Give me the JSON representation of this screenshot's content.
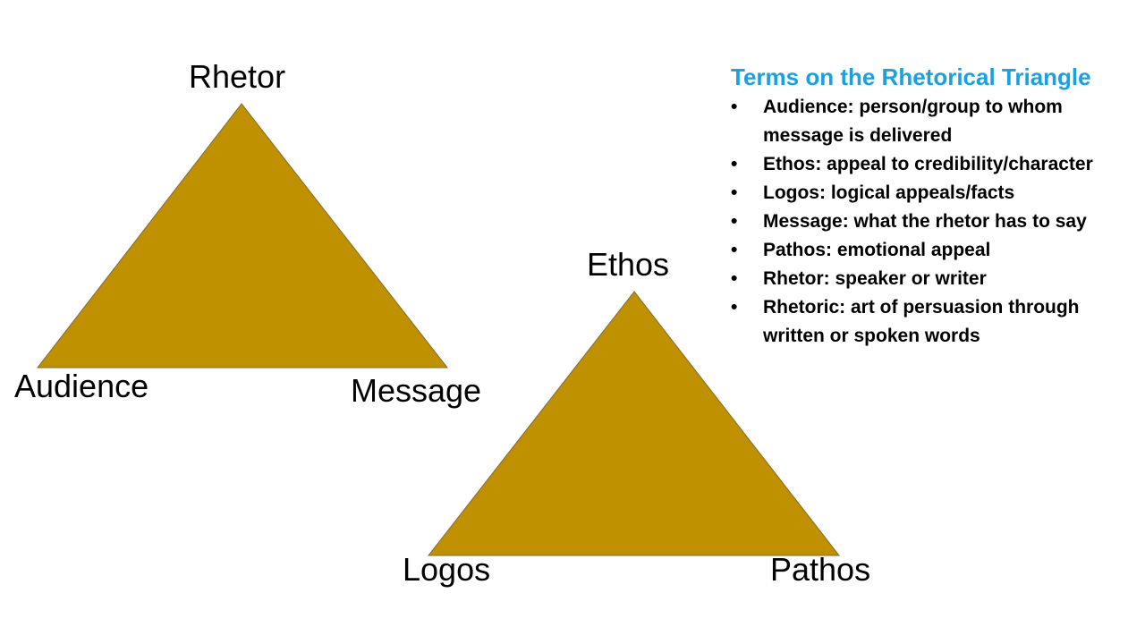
{
  "colors": {
    "triangle_fill": "#bf9000",
    "triangle_stroke": "#7f6a3a",
    "heading": "#1ba1e2",
    "text": "#000000"
  },
  "triangles": [
    {
      "name": "rhetor-triangle",
      "vertices": {
        "top": "Rhetor",
        "left": "Audience",
        "right": "Message"
      }
    },
    {
      "name": "ethos-triangle",
      "vertices": {
        "top": "Ethos",
        "left": "Logos",
        "right": "Pathos"
      }
    }
  ],
  "terms": {
    "title": "Terms on the Rhetorical Triangle",
    "bullet": "•",
    "items": [
      "Audience:  person/group to whom message is delivered",
      "Ethos:  appeal to credibility/character",
      "Logos:  logical appeals/facts",
      "Message:  what the rhetor has to say",
      "Pathos:  emotional appeal",
      "Rhetor:  speaker or writer",
      "Rhetoric:  art of persuasion through written or spoken words"
    ]
  }
}
